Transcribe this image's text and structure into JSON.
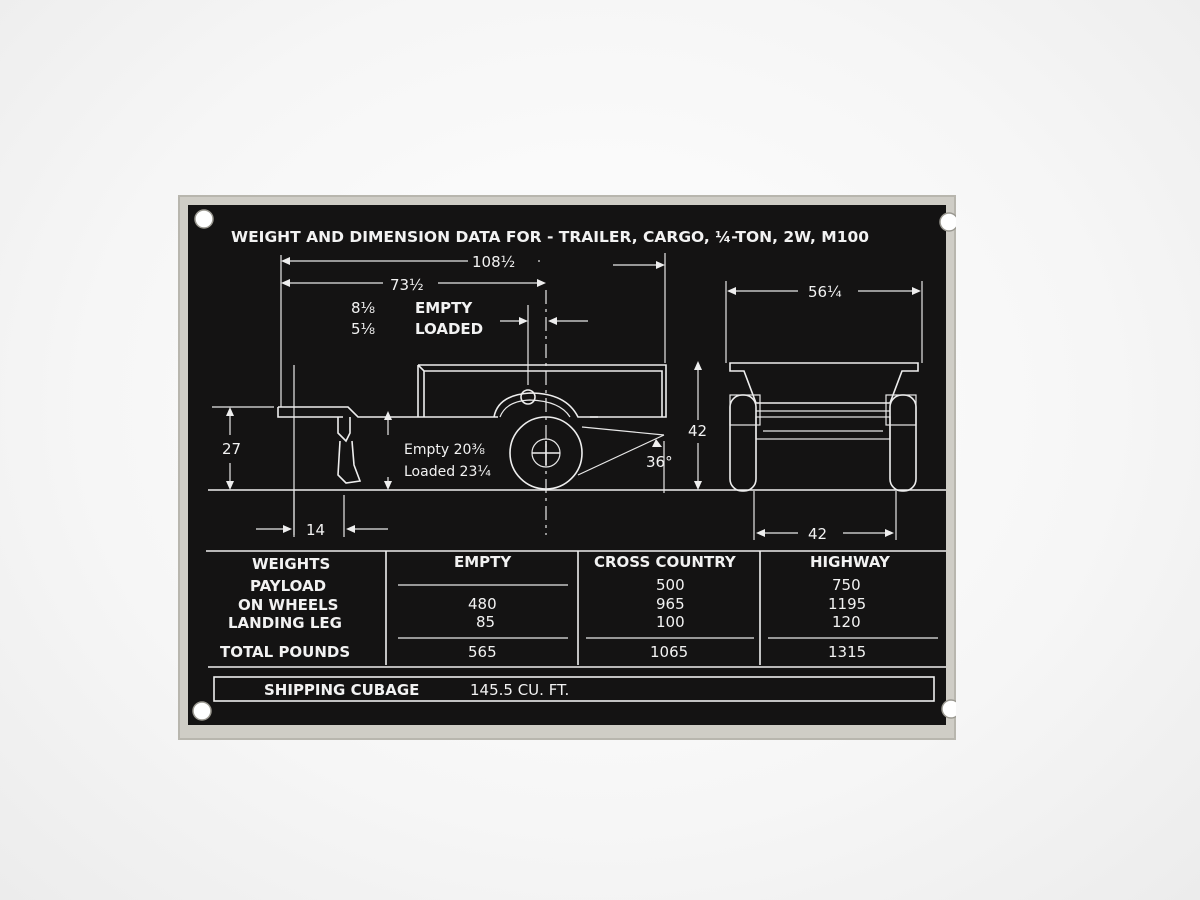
{
  "plate": {
    "title": "WEIGHT AND DIMENSION DATA FOR - TRAILER, CARGO, ¼-TON, 2W, M100",
    "dims": {
      "overall_length": "108½",
      "drawbar_to_axle": "73½",
      "clearance_empty_value": "8⅛",
      "clearance_empty_label": "EMPTY",
      "clearance_loaded_value": "5⅛",
      "clearance_loaded_label": "LOADED",
      "overall_width": "56¼",
      "drawbar_height": "27",
      "empty_height": "Empty 20⅜",
      "loaded_height": "Loaded 23¼",
      "overall_height": "42",
      "angle": "36°",
      "leg_distance": "14",
      "track_width": "42"
    },
    "table": {
      "headers": [
        "WEIGHTS",
        "EMPTY",
        "CROSS COUNTRY",
        "HIGHWAY"
      ],
      "row_labels": [
        "PAYLOAD",
        "ON WHEELS",
        "LANDING LEG"
      ],
      "empty_values": [
        "480",
        "85"
      ],
      "cross_country_values": [
        "500",
        "965",
        "100"
      ],
      "highway_values": [
        "750",
        "1195",
        "120"
      ],
      "total_label": "TOTAL POUNDS",
      "totals": [
        "565",
        "1065",
        "1315"
      ]
    },
    "shipping": {
      "label": "SHIPPING CUBAGE",
      "value": "145.5 CU. FT."
    }
  }
}
